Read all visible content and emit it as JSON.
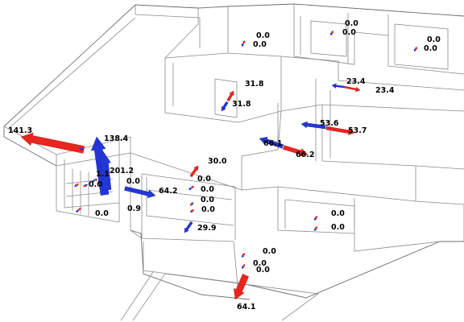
{
  "colors": {
    "background": "#ffffff",
    "wireframe": "#8a8a8a",
    "arrow_red": "#e8251f",
    "arrow_blue": "#2337d6",
    "label": "#000000"
  },
  "flow_labels": [
    {
      "id": "lbl-0",
      "text": "0.0"
    },
    {
      "id": "lbl-1",
      "text": "0.0"
    },
    {
      "id": "lbl-2",
      "text": "0.0"
    },
    {
      "id": "lbl-3",
      "text": "0.0"
    },
    {
      "id": "lbl-4",
      "text": "0.0"
    },
    {
      "id": "lbl-5",
      "text": "0.0"
    },
    {
      "id": "lbl-6",
      "text": "31.8"
    },
    {
      "id": "lbl-7",
      "text": "31.8"
    },
    {
      "id": "lbl-8",
      "text": "23.4"
    },
    {
      "id": "lbl-9",
      "text": "23.4"
    },
    {
      "id": "lbl-10",
      "text": "141.3"
    },
    {
      "id": "lbl-11",
      "text": "138.4"
    },
    {
      "id": "lbl-12",
      "text": "53.6"
    },
    {
      "id": "lbl-13",
      "text": "53.7"
    },
    {
      "id": "lbl-14",
      "text": "66.1"
    },
    {
      "id": "lbl-15",
      "text": "66.2"
    },
    {
      "id": "lbl-16",
      "text": "30.0"
    },
    {
      "id": "lbl-17",
      "text": "201.2"
    },
    {
      "id": "lbl-18",
      "text": "1.1"
    },
    {
      "id": "lbl-19",
      "text": "0.0"
    },
    {
      "id": "lbl-20",
      "text": "0.0"
    },
    {
      "id": "lbl-21",
      "text": "0.0"
    },
    {
      "id": "lbl-22",
      "text": "64.2"
    },
    {
      "id": "lbl-23",
      "text": "0.0"
    },
    {
      "id": "lbl-24",
      "text": "0.0"
    },
    {
      "id": "lbl-25",
      "text": "0.0"
    },
    {
      "id": "lbl-26",
      "text": "0.0"
    },
    {
      "id": "lbl-27",
      "text": "0.9"
    },
    {
      "id": "lbl-28",
      "text": "29.9"
    },
    {
      "id": "lbl-29",
      "text": "0.0"
    },
    {
      "id": "lbl-30",
      "text": "0.0"
    },
    {
      "id": "lbl-31",
      "text": "0.0"
    },
    {
      "id": "lbl-32",
      "text": "0.0"
    },
    {
      "id": "lbl-33",
      "text": "0.0"
    },
    {
      "id": "lbl-34",
      "text": "64.1"
    }
  ],
  "flow_arrows": [
    {
      "id": "arr-1",
      "color": "red",
      "magnitude": 141.3
    },
    {
      "id": "arr-2",
      "color": "blue",
      "magnitude": 138.4
    },
    {
      "id": "arr-3",
      "color": "blue",
      "magnitude": 201.2
    },
    {
      "id": "arr-4",
      "color": "red",
      "magnitude": 66.2
    },
    {
      "id": "arr-5",
      "color": "blue",
      "magnitude": 66.1
    },
    {
      "id": "arr-6",
      "color": "red",
      "magnitude": 53.7
    },
    {
      "id": "arr-7",
      "color": "blue",
      "magnitude": 53.6
    },
    {
      "id": "arr-8",
      "color": "blue",
      "magnitude": 64.2
    },
    {
      "id": "arr-9",
      "color": "red",
      "magnitude": 64.1
    },
    {
      "id": "arr-10",
      "color": "red",
      "magnitude": 30.0
    },
    {
      "id": "arr-11",
      "color": "blue",
      "magnitude": 29.9
    },
    {
      "id": "arr-12",
      "color": "red",
      "magnitude": 31.8
    },
    {
      "id": "arr-13",
      "color": "blue",
      "magnitude": 31.8
    },
    {
      "id": "arr-14",
      "color": "red",
      "magnitude": 23.4
    },
    {
      "id": "arr-15",
      "color": "blue",
      "magnitude": 23.4
    }
  ]
}
